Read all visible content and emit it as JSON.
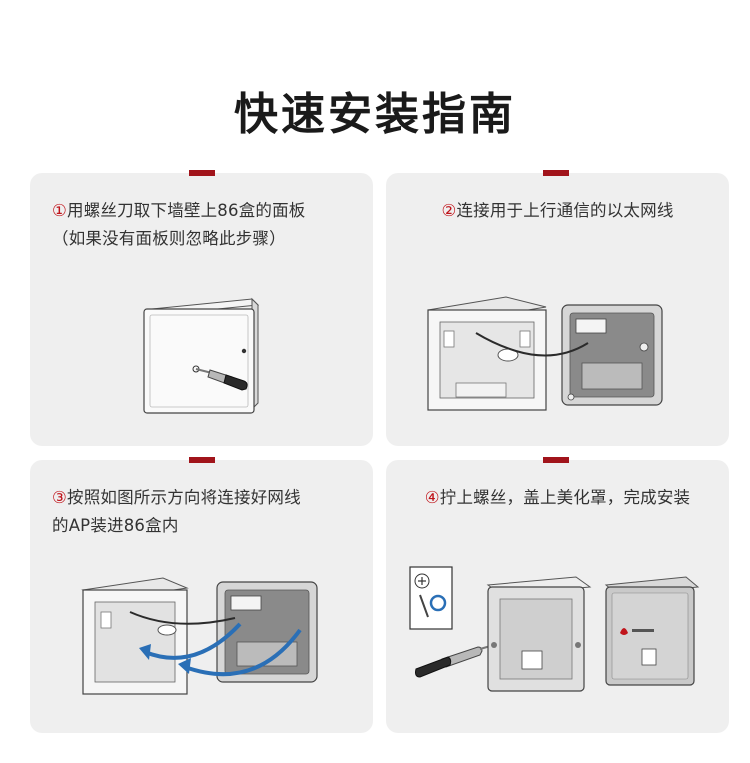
{
  "page": {
    "title": "快速安装指南"
  },
  "steps": [
    {
      "num": "①",
      "text": "用螺丝刀取下墙壁上86盒的面板",
      "text2": "（如果没有面板则忽略此步骤）"
    },
    {
      "num": "②",
      "text": "连接用于上行通信的以太网线"
    },
    {
      "num": "③",
      "text": "按照如图所示方向将连接好网线",
      "text2": "的AP装进86盒内"
    },
    {
      "num": "④",
      "text": "拧上螺丝，盖上美化罩，完成安装"
    }
  ],
  "colors": {
    "accent": "#a1141b",
    "step_number": "#c0141b",
    "card_bg": "#efefef",
    "arrow_blue": "#2a6fb6"
  },
  "icons": [
    "screwdriver-icon",
    "wall-box-icon",
    "ap-device-icon",
    "ethernet-cable-icon",
    "arrow-icon",
    "huawei-logo-icon"
  ]
}
